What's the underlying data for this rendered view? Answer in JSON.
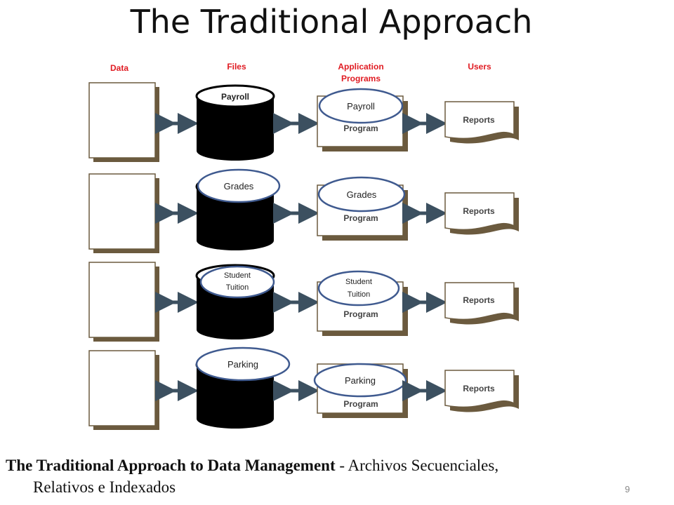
{
  "slide": {
    "title": "The Traditional Approach",
    "page_number": "9"
  },
  "columns": {
    "data": "Data",
    "files": "Files",
    "applications": [
      "Application",
      "Programs"
    ],
    "users": "Users"
  },
  "rows": [
    {
      "file_label": "Payroll",
      "app_overlay": "Payroll",
      "program_label": "Program",
      "report_label": "Reports"
    },
    {
      "file_label": "Grades",
      "app_overlay": "Grades",
      "program_label": "Program",
      "report_label": "Reports"
    },
    {
      "file_label": [
        "Student",
        "Tuition"
      ],
      "app_overlay": [
        "Student",
        "Tuition"
      ],
      "program_label": "Program",
      "report_label": "Reports"
    },
    {
      "file_label": "Parking",
      "app_overlay": "Parking",
      "program_label": "Program",
      "report_label": "Reports"
    }
  ],
  "caption": {
    "bold": "The Traditional Approach to Data Management",
    "rest_line1": " - Archivos Secuenciales,",
    "line2": "Relativos e Indexados"
  },
  "colors": {
    "accent_red": "#e01b22",
    "shadow_brown": "#6b5a3e",
    "arrow": "#3c5060",
    "ellipse_stroke": "#3f5a8f",
    "cylinder": "#000000"
  }
}
